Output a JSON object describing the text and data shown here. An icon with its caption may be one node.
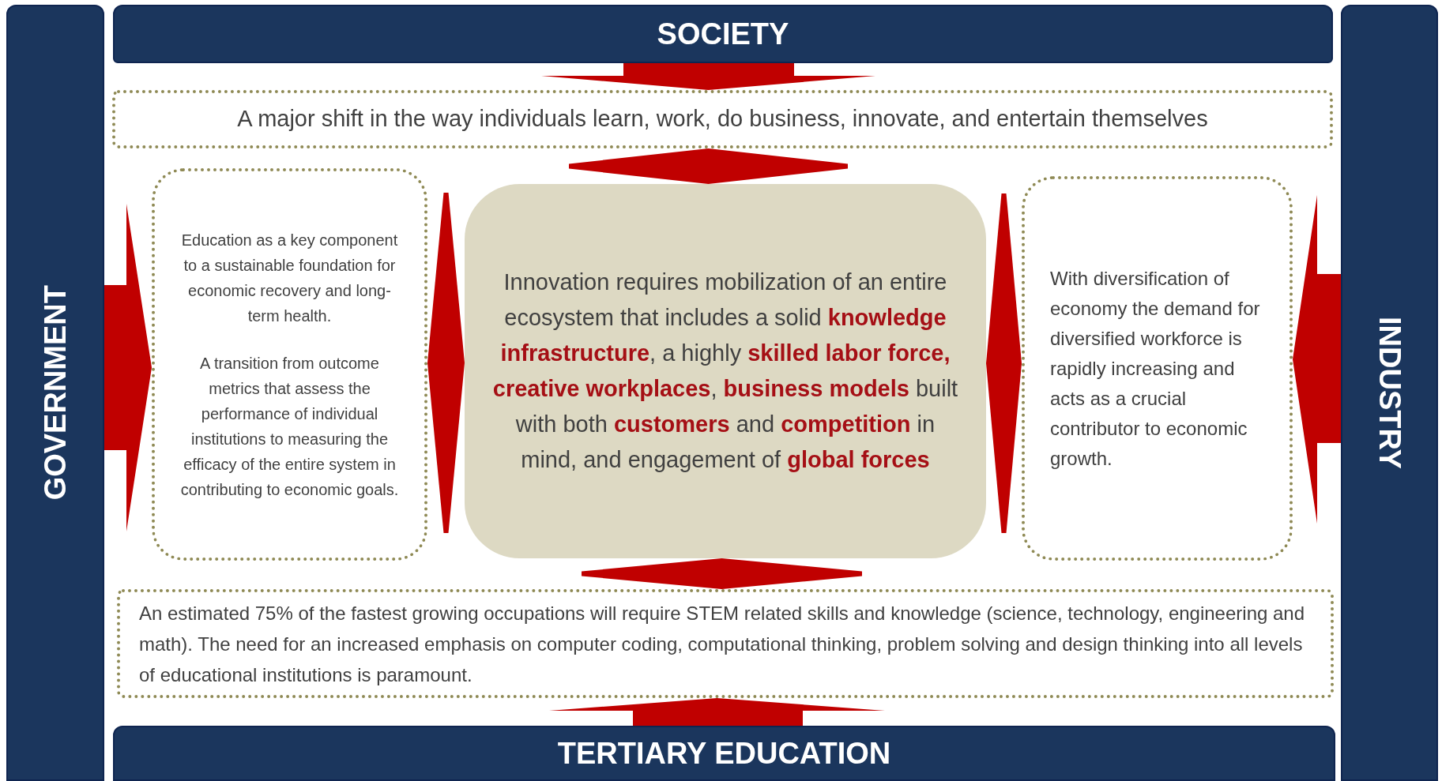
{
  "diagram": {
    "nodes": [
      {
        "text": [
          "SOCIETY"
        ]
      },
      {
        "text": [
          "GOVERNMENT"
        ]
      },
      {
        "text": [
          "INDUSTRY"
        ]
      },
      {
        "text": [
          "TERTIARY EDUCATION"
        ]
      },
      {
        "text": [
          "A major shift in the way individuals learn, work, do business, innovate, and entertain themselves"
        ]
      },
      {
        "text": [
          "Education as a key component to a sustainable foundation for economic recovery and long-term health.",
          "A transition from outcome metrics that assess the performance of individual institutions to measuring the efficacy of the entire system in contributing to economic goals."
        ]
      },
      {
        "text": [
          "Innovation requires mobilization of an entire ecosystem that includes a solid **knowledge infrastructure**, a highly **skilled labor force, creative workplaces**, **business models** built with both **customers** and **competition** in mind, and engagement of **global forces**"
        ]
      },
      {
        "text": [
          "With diversification of economy the demand for diversified workforce is rapidly increasing and acts as a crucial contributor to economic growth."
        ]
      },
      {
        "text": [
          "An estimated 75% of the fastest growing occupations will require STEM related skills and knowledge (science, technology, engineering and math). The need for an increased emphasis on computer coding, computational thinking, problem solving and design thinking into all levels of educational institutions is paramount."
        ]
      }
    ],
    "edges": [
      {
        "from": 0,
        "to": 4,
        "arrow": "to"
      },
      {
        "from": 4,
        "to": 6,
        "arrow": "both"
      },
      {
        "from": 1,
        "to": 5,
        "arrow": "to"
      },
      {
        "from": 5,
        "to": 6,
        "arrow": "both"
      },
      {
        "from": 6,
        "to": 7,
        "arrow": "both"
      },
      {
        "from": 2,
        "to": 7,
        "arrow": "to"
      },
      {
        "from": 6,
        "to": 8,
        "arrow": "both"
      },
      {
        "from": 3,
        "to": 8,
        "arrow": "to"
      }
    ]
  }
}
